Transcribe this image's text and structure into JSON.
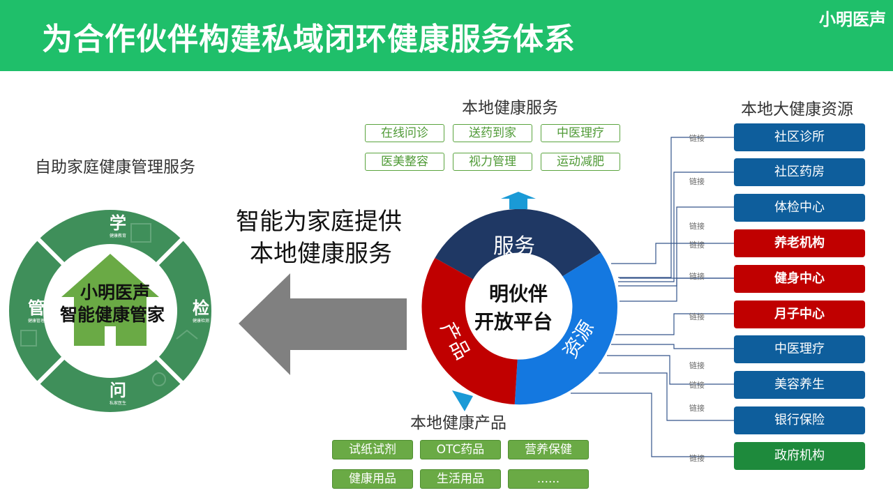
{
  "header": {
    "title": "为合作伙伴构建私域闭环健康服务体系",
    "logo": "小明医声"
  },
  "left_section": {
    "title": "自助家庭健康管理服务",
    "center": [
      "小明医声",
      "智能健康管家"
    ],
    "segments": [
      {
        "char": "学",
        "sub": "健康教育"
      },
      {
        "char": "检",
        "sub": "健康检测"
      },
      {
        "char": "问",
        "sub": "私家医生"
      },
      {
        "char": "管",
        "sub": "健康管理"
      }
    ]
  },
  "middle_text": [
    "智能为家庭提供",
    "本地健康服务"
  ],
  "services": {
    "title": "本地健康服务",
    "tags": [
      "在线问诊",
      "送药到家",
      "中医理疗",
      "医美整容",
      "视力管理",
      "运动减肥"
    ]
  },
  "platform": {
    "center": [
      "明伙伴",
      "开放平台"
    ],
    "segments": {
      "service": "服务",
      "product": "产品",
      "resource": "资源"
    }
  },
  "products": {
    "title": "本地健康产品",
    "tags": [
      "试纸试剂",
      "OTC药品",
      "营养保健",
      "健康用品",
      "生活用品",
      "......"
    ]
  },
  "resources": {
    "title": "本地大健康资源",
    "link_label": "链接",
    "items": [
      {
        "label": "社区诊所",
        "color": "#0e5e9c",
        "bold": false
      },
      {
        "label": "社区药房",
        "color": "#0e5e9c",
        "bold": false
      },
      {
        "label": "体检中心",
        "color": "#0e5e9c",
        "bold": false
      },
      {
        "label": "养老机构",
        "color": "#c00000",
        "bold": true
      },
      {
        "label": "健身中心",
        "color": "#c00000",
        "bold": true
      },
      {
        "label": "月子中心",
        "color": "#c00000",
        "bold": true
      },
      {
        "label": "中医理疗",
        "color": "#0e5e9c",
        "bold": false
      },
      {
        "label": "美容养生",
        "color": "#0e5e9c",
        "bold": false
      },
      {
        "label": "银行保险",
        "color": "#0e5e9c",
        "bold": false
      },
      {
        "label": "政府机构",
        "color": "#1e8a3c",
        "bold": false
      }
    ]
  },
  "colors": {
    "header": "#1fbf6a",
    "ring_green": "#3f8f5a",
    "house": "#6aaa45",
    "service": "#1f3864",
    "product": "#c00000",
    "resource": "#1478e0",
    "arrow_gray": "#808080",
    "arrow_blue": "#1a9ad6"
  }
}
